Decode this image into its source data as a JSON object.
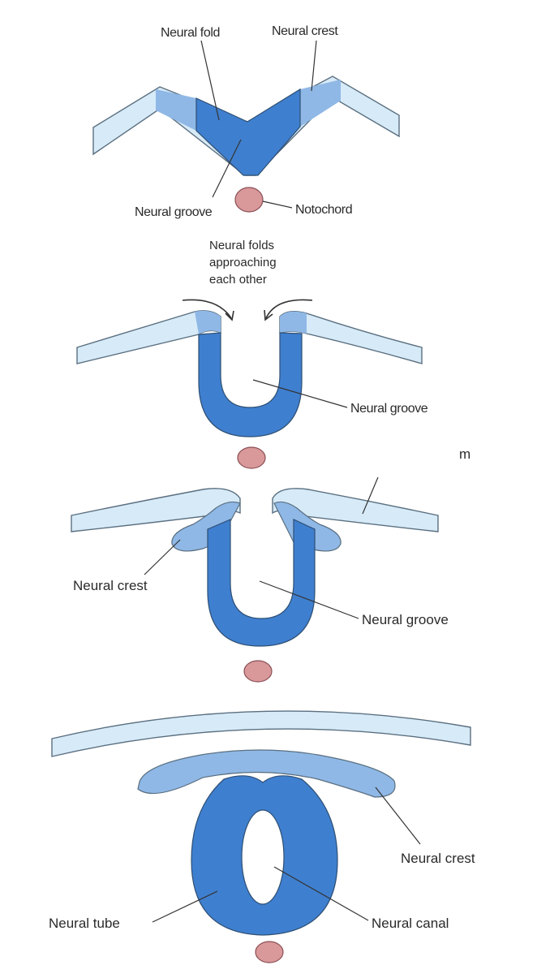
{
  "stage1": {
    "neural_fold": "Neural fold",
    "neural_crest": "Neural crest",
    "neural_groove": "Neural groove",
    "notochord": "Notochord"
  },
  "stage2": {
    "note_line1": "Neural folds",
    "note_line2": "approaching",
    "note_line3": "each other",
    "neural_groove": "Neural groove",
    "stray_mark": "m"
  },
  "stage3": {
    "neural_crest": "Neural crest",
    "neural_groove": "Neural groove"
  },
  "stage4": {
    "neural_crest": "Neural crest",
    "neural_tube": "Neural tube",
    "neural_canal": "Neural canal"
  },
  "colors": {
    "surface_ectoderm": "#d7eaf7",
    "neural_crest": "#8fb8e6",
    "neural_tissue": "#3f7fcf",
    "notochord": "#d9989a"
  }
}
